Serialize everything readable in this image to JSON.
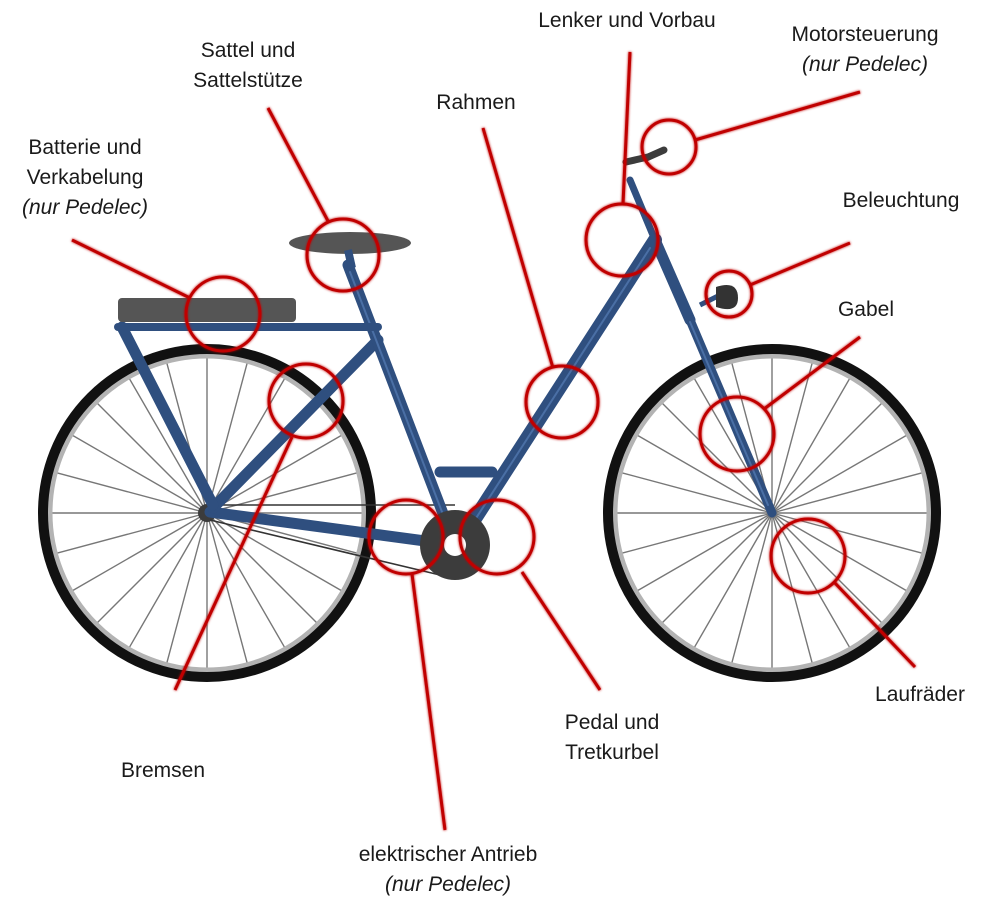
{
  "colors": {
    "frame": "#2f4f7f",
    "frame_highlight": "#4a6fa5",
    "callout": "#c00000",
    "tire": "#111111",
    "rim": "#b3b3b3",
    "spoke": "#777777",
    "seat": "#555555",
    "motor": "#3c3c3c"
  },
  "labels": {
    "handlebar": "Lenker und Vorbau",
    "motor_control": "Motorsteuerung",
    "motor_control_note": "(nur Pedelec)",
    "saddle_1": "Sattel und",
    "saddle_2": "Sattelstütze",
    "frame": "Rahmen",
    "battery_1": "Batterie und",
    "battery_2": "Verkabelung",
    "battery_note": "(nur Pedelec)",
    "lighting": "Beleuchtung",
    "fork": "Gabel",
    "wheels": "Laufräder",
    "pedal_1": "Pedal und",
    "pedal_2": "Tretkurbel",
    "brakes": "Bremsen",
    "drive": "elektrischer Antrieb",
    "drive_note": "(nur Pedelec)"
  }
}
